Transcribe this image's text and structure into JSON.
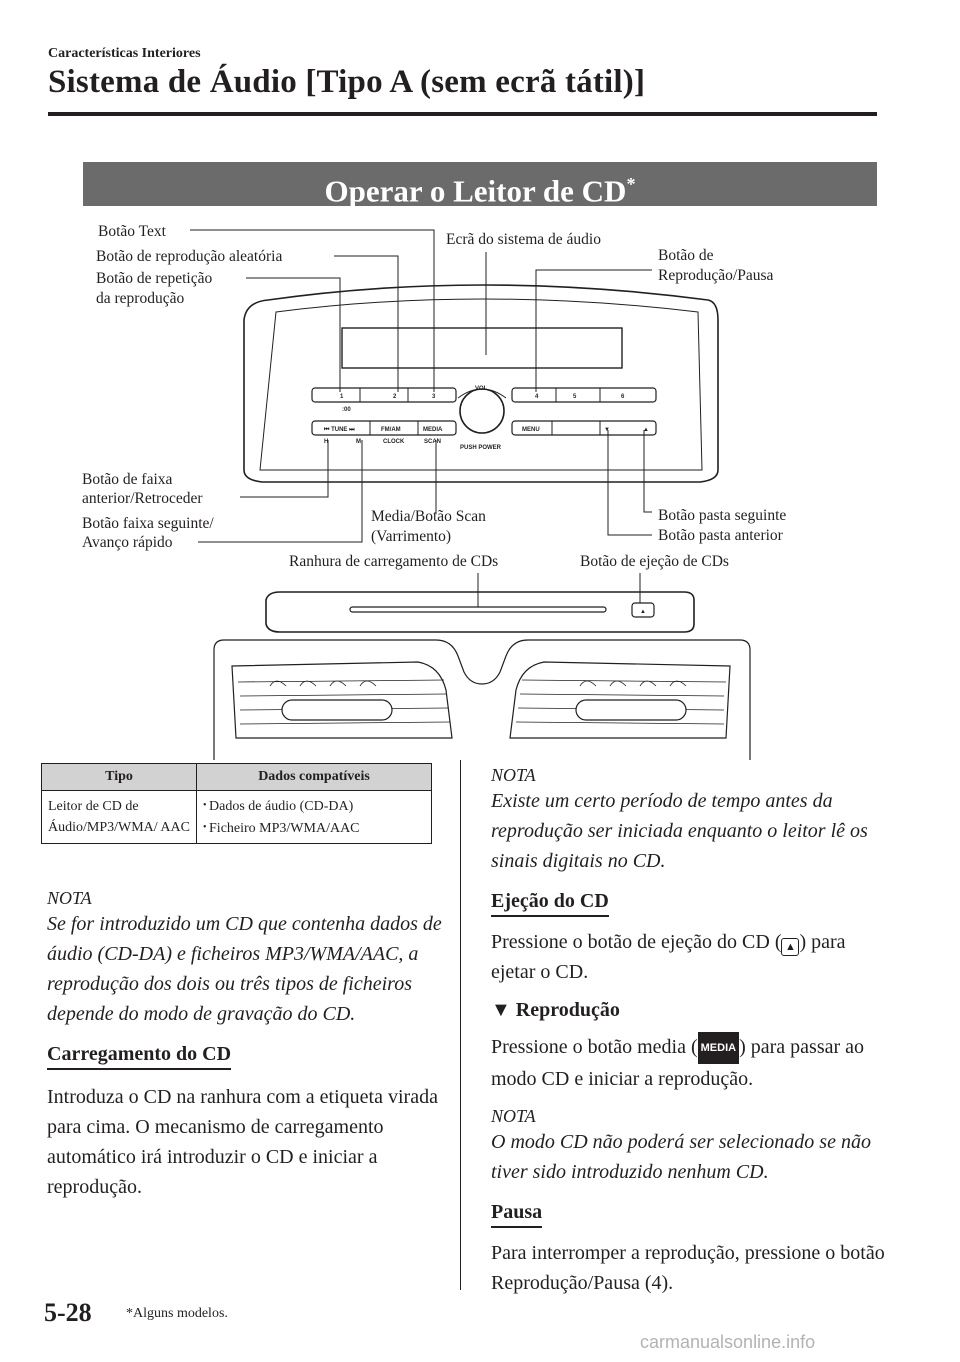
{
  "header": {
    "section": "Características Interiores",
    "chapter_title": "Sistema de Áudio [Tipo A (sem ecrã tátil)]"
  },
  "banner": {
    "title": "Operar o Leitor de CD",
    "marker": "*"
  },
  "diagram": {
    "labels": {
      "text_button": "Botão Text",
      "random_button": "Botão de reprodução aleatória",
      "repeat_button_1": "Botão de repetição",
      "repeat_button_2": "da reprodução",
      "display": "Ecrã do sistema de áudio",
      "play_pause_1": "Botão de",
      "play_pause_2": "Reprodução/Pausa",
      "track_back_1": "Botão de faixa",
      "track_back_2": "anterior/Retroceder",
      "track_fwd_1": "Botão faixa seguinte/",
      "track_fwd_2": "Avanço rápido",
      "media_scan_1": "Media/Botão Scan",
      "media_scan_2": "(Varrimento)",
      "folder_next": "Botão pasta seguinte",
      "folder_prev": "Botão pasta anterior",
      "cd_slot": "Ranhura de carregamento de CDs",
      "eject": "Botão de ejeção de CDs"
    },
    "buttons": {
      "b1": "1",
      "b2": "2",
      "b3": "3",
      "b4": "4",
      "b5": "5",
      "b6": "6",
      "clock00": ":00",
      "tune": "TUNE",
      "fmam": "FM/AM",
      "media": "MEDIA",
      "h": "H",
      "m": "M",
      "clock": "CLOCK",
      "scan": "SCAN",
      "menu": "MENU",
      "vol": "VOL",
      "push_power": "PUSH POWER",
      "arrow_down": "▼",
      "arrow_up": "▲",
      "eject_sym": "▲"
    }
  },
  "table": {
    "headers": [
      "Tipo",
      "Dados compatíveis"
    ],
    "row_type": "Leitor de CD de Áudio/MP3/WMA/ AAC",
    "row_data": [
      "Dados de áudio (CD-DA)",
      "Ficheiro MP3/WMA/AAC"
    ]
  },
  "left_col": {
    "note_heading": "NOTA",
    "note_text": "Se for introduzido um CD que contenha dados de áudio (CD-DA) e ficheiros MP3/WMA/AAC, a reprodução dos dois ou três tipos de ficheiros depende do modo de gravação do CD.",
    "loading_heading": "Carregamento do CD",
    "loading_text": "Introduza o CD na ranhura com a etiqueta virada para cima. O mecanismo de carregamento automático irá introduzir o CD e iniciar a reprodução."
  },
  "right_col": {
    "note1_heading": "NOTA",
    "note1_text": "Existe um certo período de tempo antes da reprodução ser iniciada enquanto o leitor lê os sinais digitais no CD.",
    "eject_heading": "Ejeção do CD",
    "eject_text_a": "Pressione o botão de ejeção do CD (",
    "eject_text_b": ") para ejetar o CD.",
    "playback_heading": "Reprodução",
    "playback_text_a": "Pressione o botão media (",
    "playback_media_chip": "MEDIA",
    "playback_text_b": ") para passar ao modo CD e iniciar a reprodução.",
    "note2_heading": "NOTA",
    "note2_text": "O modo CD não poderá ser selecionado se não tiver sido introduzido nenhum CD.",
    "pause_heading": "Pausa",
    "pause_text": "Para interromper a reprodução, pressione o botão Reprodução/Pausa (4)."
  },
  "footer": {
    "page_number": "5-28",
    "footnote": "*Alguns modelos.",
    "watermark": "carmanualsonline.info"
  }
}
